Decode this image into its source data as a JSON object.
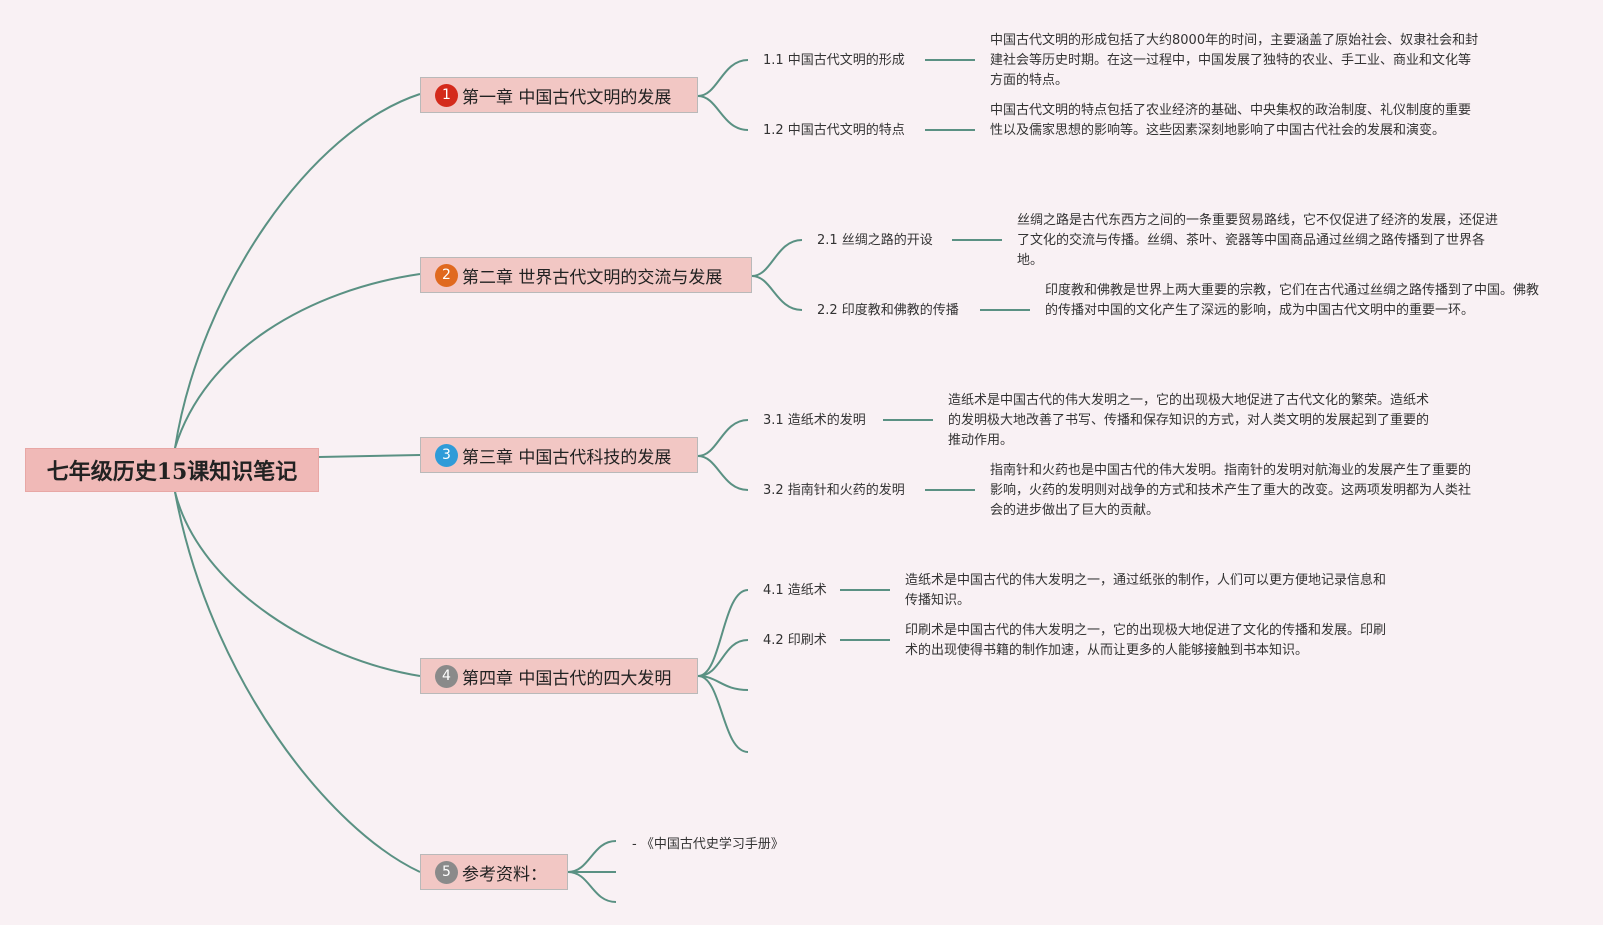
{
  "root": {
    "title": "七年级历史15课知识笔记"
  },
  "chapters": [
    {
      "num": "1",
      "title": "第一章 中国古代文明的发展",
      "color": "#d42a1b",
      "subs": [
        {
          "label": "1.1 中国古代文明的形成",
          "desc": "中国古代文明的形成包括了大约8000年的时间，主要涵盖了原始社会、奴隶社会和封建社会等历史时期。在这一过程中，中国发展了独特的农业、手工业、商业和文化等方面的特点。"
        },
        {
          "label": "1.2 中国古代文明的特点",
          "desc": "中国古代文明的特点包括了农业经济的基础、中央集权的政治制度、礼仪制度的重要性以及儒家思想的影响等。这些因素深刻地影响了中国古代社会的发展和演变。"
        }
      ]
    },
    {
      "num": "2",
      "title": "第二章 世界古代文明的交流与发展",
      "color": "#e0691f",
      "subs": [
        {
          "label": "2.1 丝绸之路的开设",
          "desc": "丝绸之路是古代东西方之间的一条重要贸易路线，它不仅促进了经济的发展，还促进了文化的交流与传播。丝绸、茶叶、瓷器等中国商品通过丝绸之路传播到了世界各地。"
        },
        {
          "label": "2.2 印度教和佛教的传播",
          "desc": "印度教和佛教是世界上两大重要的宗教，它们在古代通过丝绸之路传播到了中国。佛教的传播对中国的文化产生了深远的影响，成为中国古代文明中的重要一环。"
        }
      ]
    },
    {
      "num": "3",
      "title": "第三章 中国古代科技的发展",
      "color": "#2f9bd8",
      "subs": [
        {
          "label": "3.1 造纸术的发明",
          "desc": "造纸术是中国古代的伟大发明之一，它的出现极大地促进了古代文化的繁荣。造纸术的发明极大地改善了书写、传播和保存知识的方式，对人类文明的发展起到了重要的推动作用。"
        },
        {
          "label": "3.2 指南针和火药的发明",
          "desc": "指南针和火药也是中国古代的伟大发明。指南针的发明对航海业的发展产生了重要的影响，火药的发明则对战争的方式和技术产生了重大的改变。这两项发明都为人类社会的进步做出了巨大的贡献。"
        }
      ]
    },
    {
      "num": "4",
      "title": "第四章 中国古代的四大发明",
      "color": "#8a8a8a",
      "subs": [
        {
          "label": "4.1 造纸术",
          "desc": "造纸术是中国古代的伟大发明之一，通过纸张的制作，人们可以更方便地记录信息和传播知识。"
        },
        {
          "label": "4.2 印刷术",
          "desc": "印刷术是中国古代的伟大发明之一，它的出现极大地促进了文化的传播和发展。印刷术的出现使得书籍的制作加速，从而让更多的人能够接触到书本知识。"
        }
      ]
    },
    {
      "num": "5",
      "title": "参考资料：",
      "color": "#8a8a8a",
      "refs": [
        "- 《中国古代史学习手册》"
      ]
    }
  ]
}
